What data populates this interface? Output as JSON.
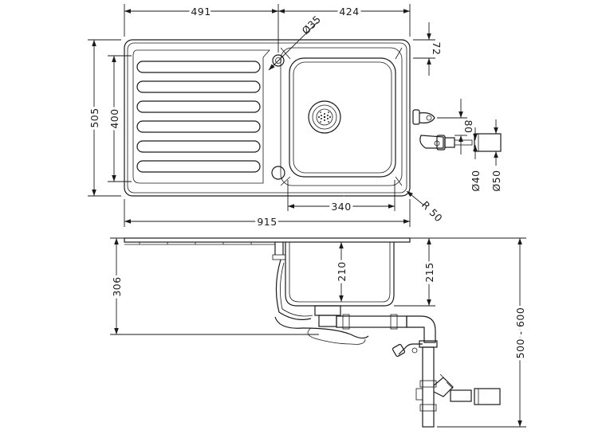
{
  "dimensions": {
    "left_width": "491",
    "right_width": "424",
    "tap_hole": "Ø35",
    "bowl_offset": "72",
    "overall_depth": "505",
    "inner_depth": "400",
    "overflow_height": "80",
    "pipe_small": "Ø40",
    "pipe_large": "Ø50",
    "bowl_width": "340",
    "corner_radius": "R 50",
    "overall_width": "915",
    "bowl_depth": "210",
    "bowl_depth_side": "215",
    "installation_depth": "306",
    "cabinet_height": "500 - 600"
  }
}
